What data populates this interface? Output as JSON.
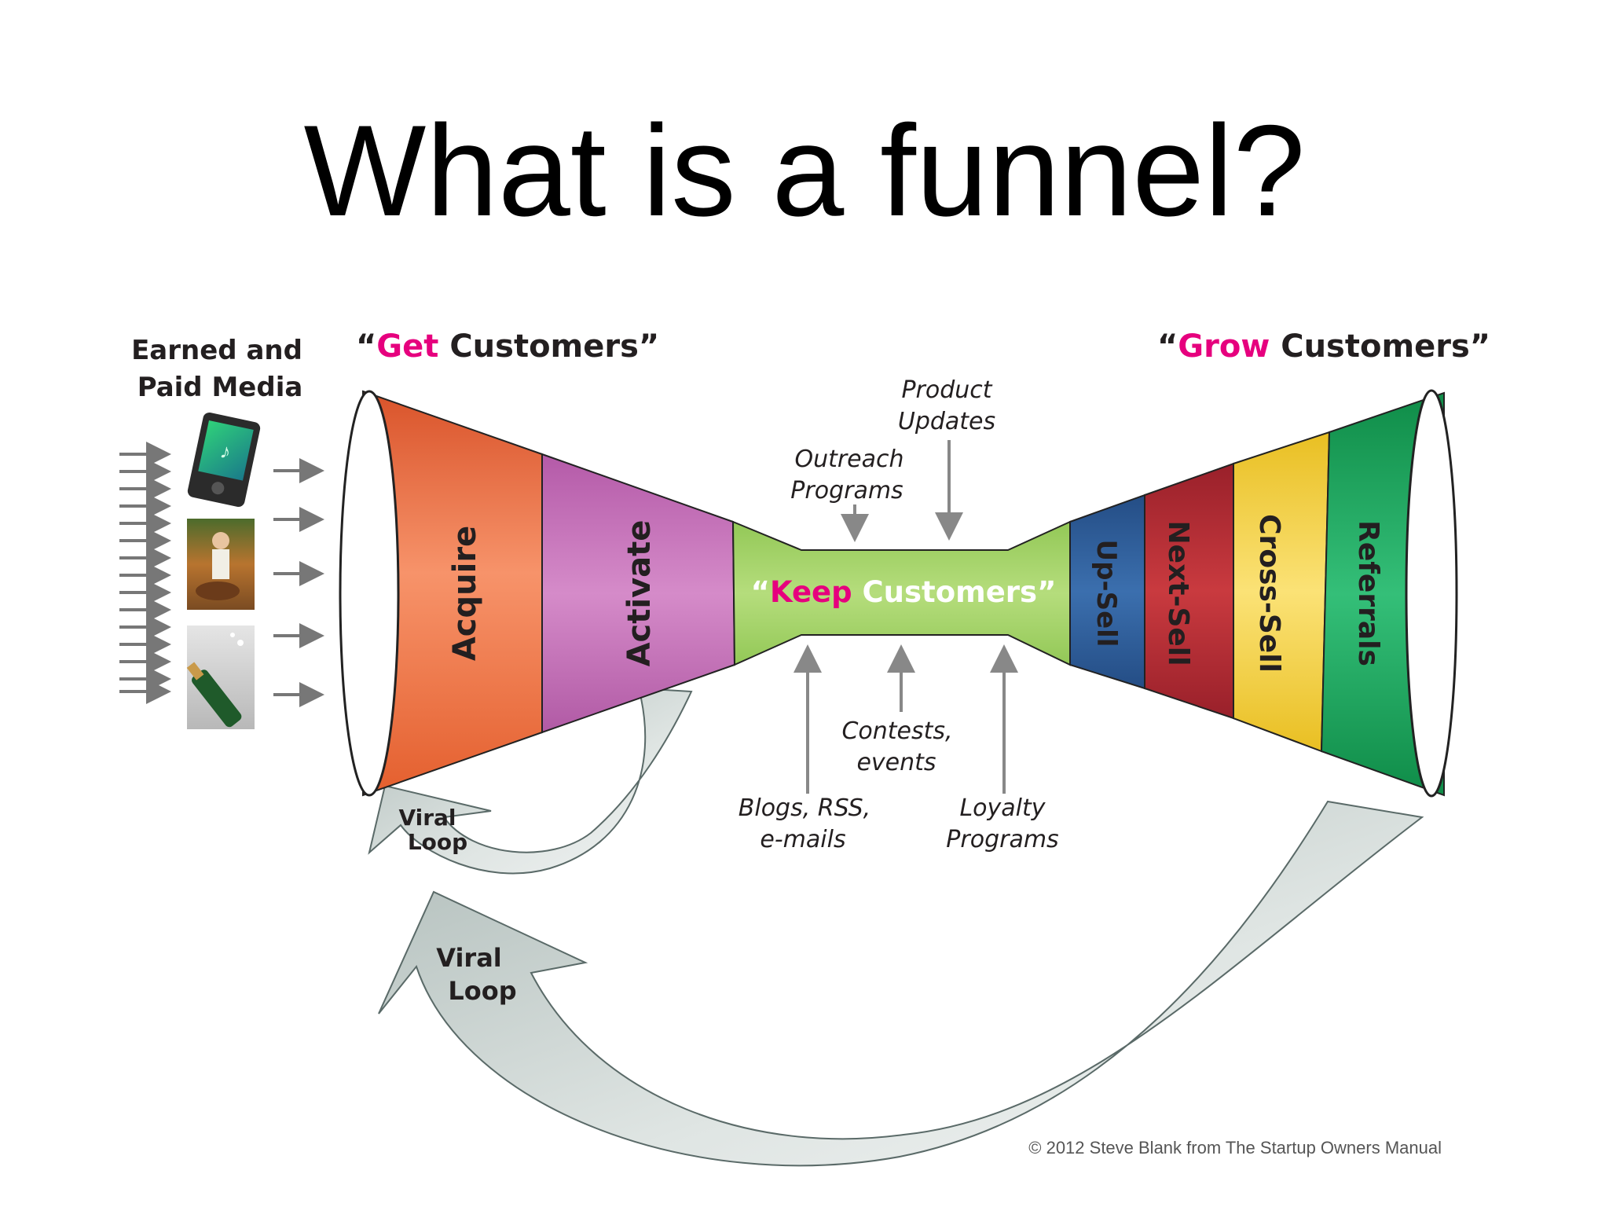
{
  "title": "What is a funnel?",
  "media": {
    "line1": "Earned and",
    "line2": "Paid Media"
  },
  "get_header": {
    "open": "“",
    "highlight": "Get",
    "rest": " Customers”"
  },
  "grow_header": {
    "open": "“",
    "highlight": "Grow",
    "rest": " Customers”"
  },
  "keep": {
    "open": "“",
    "highlight": "Keep",
    "rest": " Customers”"
  },
  "stages_left": [
    "Acquire",
    "Activate"
  ],
  "stages_right": [
    "Up-Sell",
    "Next-Sell",
    "Cross-Sell",
    "Referrals"
  ],
  "inputs": {
    "product_updates": [
      "Product",
      "Updates"
    ],
    "outreach": [
      "Outreach",
      "Programs"
    ],
    "contests": [
      "Contests,",
      "events"
    ],
    "blogs": [
      "Blogs, RSS,",
      "e-mails"
    ],
    "loyalty": [
      "Loyalty",
      "Programs"
    ]
  },
  "viral_small": [
    "Viral",
    "Loop"
  ],
  "viral_large": [
    "Viral",
    "Loop"
  ],
  "copyright": "© 2012 Steve Blank from The Startup Owners Manual",
  "colors": {
    "highlight": "#e6007e",
    "acquire": "#f26d3d",
    "activate": "#c76bb8",
    "keep": "#a6d46a",
    "upsell": "#2e5c9a",
    "nextsell": "#b3282e",
    "crosssell": "#f5d33c",
    "referrals": "#1aa35a",
    "arrow": "#c5cfcd"
  }
}
